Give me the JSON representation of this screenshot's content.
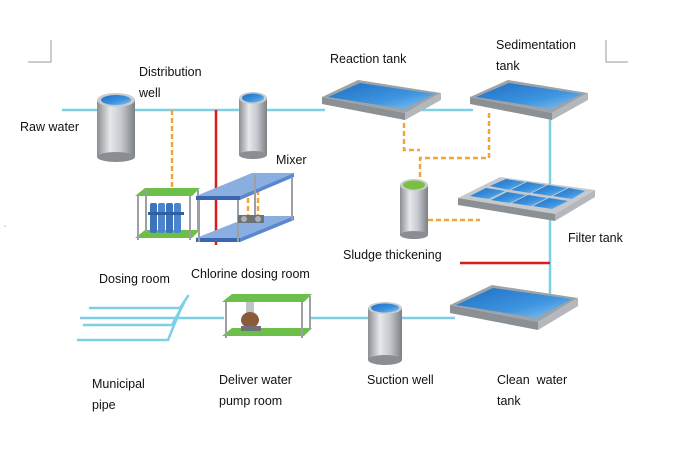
{
  "labels": {
    "raw_water": "Raw water",
    "distribution_well": [
      "Distribution",
      "well"
    ],
    "reaction_tank": "Reaction tank",
    "sedimentation_tank": [
      "Sedimentation",
      "tank"
    ],
    "mixer": "Mixer",
    "sludge_thickening": "Sludge thickening",
    "filter_tank": "Filter tank",
    "dosing_room": "Dosing room",
    "chlorine_dosing_room": "Chlorine dosing room",
    "municipal_pipe": [
      "Municipal",
      "pipe"
    ],
    "deliver_water_pump_room": [
      "Deliver water",
      "pump room"
    ],
    "suction_well": "Suction well",
    "clean_water_tank": [
      "Clean  water",
      "tank"
    ]
  },
  "colors": {
    "water_pipe": "#7fcfe6",
    "chemical_line": "#f2a53a",
    "chlorine_line": "#d91c1c",
    "tank_water": "#2b7fd0",
    "tank_wall": "#b9bec4",
    "dosing_frame": "#6cc04a"
  }
}
